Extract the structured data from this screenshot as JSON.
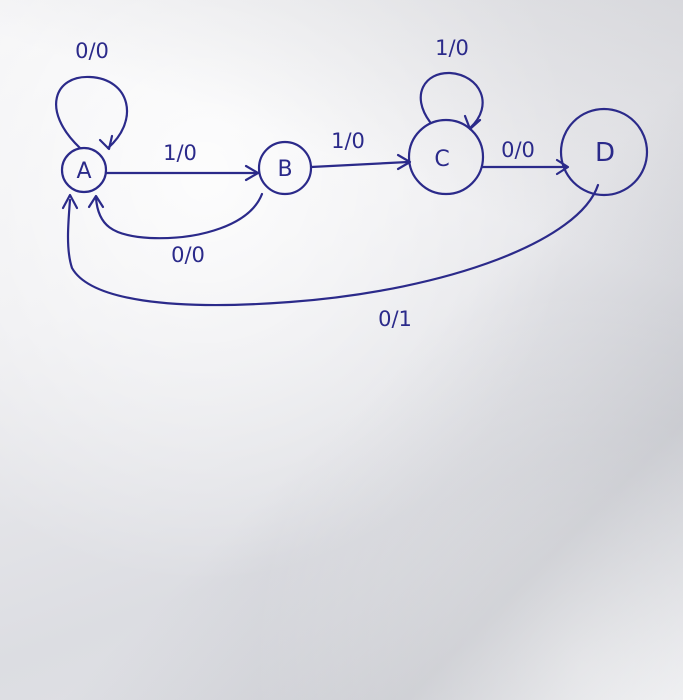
{
  "ink_color": "#2b2a8a",
  "paper_color": "#ececef",
  "states": [
    {
      "id": "A",
      "label": "A"
    },
    {
      "id": "B",
      "label": "B"
    },
    {
      "id": "C",
      "label": "C"
    },
    {
      "id": "D",
      "label": "D"
    }
  ],
  "transitions": [
    {
      "from": "A",
      "to": "A",
      "label": "0/0"
    },
    {
      "from": "A",
      "to": "B",
      "label": "1/0"
    },
    {
      "from": "B",
      "to": "C",
      "label": "1/0"
    },
    {
      "from": "C",
      "to": "C",
      "label": "1/0"
    },
    {
      "from": "C",
      "to": "D",
      "label": "0/0"
    },
    {
      "from": "B",
      "to": "A",
      "label": "0/0"
    },
    {
      "from": "D",
      "to": "A",
      "label": "0/1"
    }
  ]
}
